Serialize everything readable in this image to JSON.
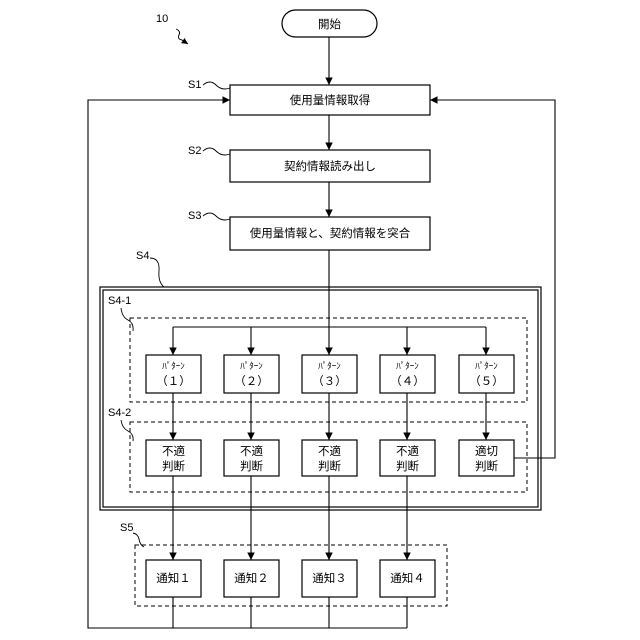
{
  "figure_label": "10",
  "start": {
    "label": "開始"
  },
  "steps": [
    {
      "id": "S1",
      "label": "使用量情報取得"
    },
    {
      "id": "S2",
      "label": "契約情報読み出し"
    },
    {
      "id": "S3",
      "label": "使用量情報と、契約情報を突合"
    }
  ],
  "s4": {
    "id": "S4",
    "sub1": {
      "id": "S4-1",
      "patterns": [
        {
          "line1": "ﾊﾟﾀｰﾝ",
          "line2": "（１）"
        },
        {
          "line1": "ﾊﾟﾀｰﾝ",
          "line2": "（２）"
        },
        {
          "line1": "ﾊﾟﾀｰﾝ",
          "line2": "（３）"
        },
        {
          "line1": "ﾊﾟﾀｰﾝ",
          "line2": "（４）"
        },
        {
          "line1": "ﾊﾟﾀｰﾝ",
          "line2": "（５）"
        }
      ]
    },
    "sub2": {
      "id": "S4-2",
      "judgments": [
        {
          "line1": "不適",
          "line2": "判断"
        },
        {
          "line1": "不適",
          "line2": "判断"
        },
        {
          "line1": "不適",
          "line2": "判断"
        },
        {
          "line1": "不適",
          "line2": "判断"
        },
        {
          "line1": "適切",
          "line2": "判断"
        }
      ]
    }
  },
  "s5": {
    "id": "S5",
    "notifications": [
      "通知１",
      "通知２",
      "通知３",
      "通知４"
    ]
  }
}
